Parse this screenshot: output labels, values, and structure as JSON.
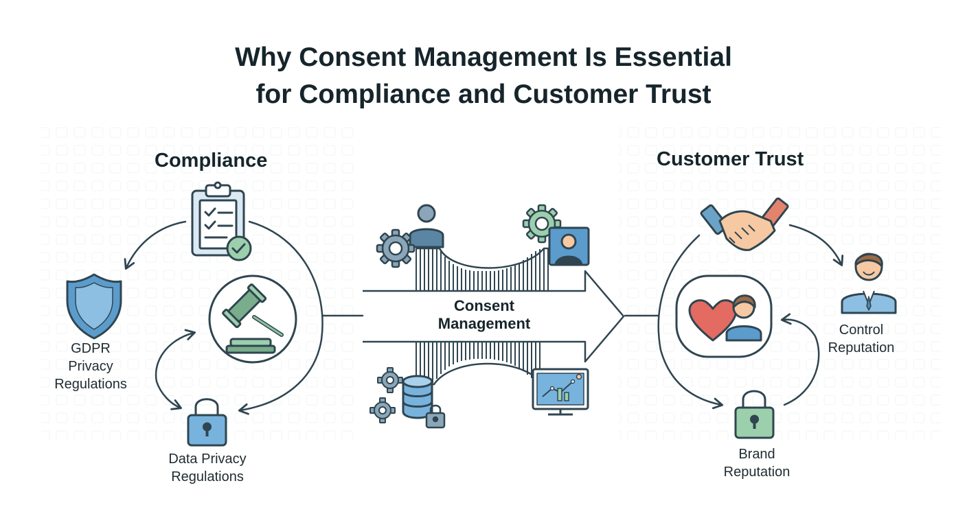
{
  "title": {
    "line1": "Why Consent Management Is Essential",
    "line2": "for Compliance and Customer Trust"
  },
  "compliance": {
    "heading": "Compliance",
    "gdpr": {
      "line1": "GDPR",
      "line2": "Privacy",
      "line3": "Regulations"
    },
    "data_privacy": {
      "line1": "Data Privacy",
      "line2": "Regulations"
    }
  },
  "center": {
    "line1": "Consent",
    "line2": "Management"
  },
  "trust": {
    "heading": "Customer Trust",
    "control": {
      "line1": "Control",
      "line2": "Reputation"
    },
    "brand": {
      "line1": "Brand",
      "line2": "Reputation"
    }
  },
  "colors": {
    "ink": "#2f4550",
    "blue": "#5b9ccc",
    "green": "#8cc4a0",
    "heart": "#e36b62",
    "skin": "#f6c9a3"
  },
  "icons": [
    "clipboard-check-icon",
    "shield-icon",
    "gavel-icon",
    "padlock-icon",
    "user-icon",
    "gear-icon",
    "user-portrait-icon",
    "database-icon",
    "monitor-chart-icon",
    "handshake-icon",
    "person-icon",
    "heart-person-icon"
  ]
}
